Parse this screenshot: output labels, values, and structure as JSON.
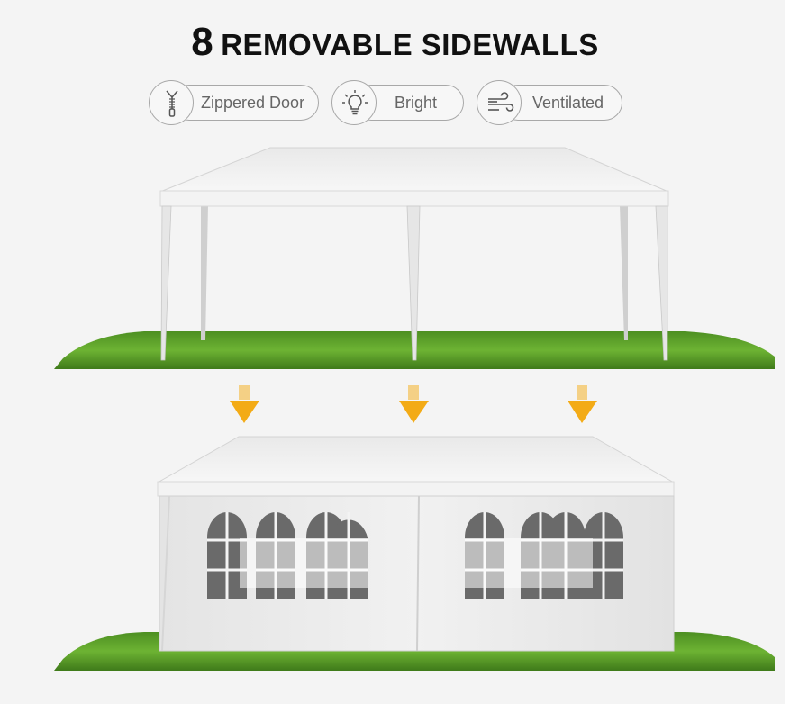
{
  "title": {
    "number": "8",
    "text": "REMOVABLE SIDEWALLS"
  },
  "features": [
    {
      "label": "Zippered Door",
      "icon": "zipper-icon"
    },
    {
      "label": "Bright",
      "icon": "lightbulb-icon"
    },
    {
      "label": "Ventilated",
      "icon": "wind-icon"
    }
  ],
  "colors": {
    "grass": "#5a9e2a",
    "grass_light": "#7cc23c",
    "canopy": "#f2f2f2",
    "arrow": "#f3ab16",
    "title": "#111111",
    "pill_text": "#666666"
  },
  "images": {
    "top": "open-canopy-tent",
    "bottom": "tent-with-sidewalls",
    "arrows": [
      "down-arrow-icon",
      "down-arrow-icon",
      "down-arrow-icon"
    ]
  }
}
